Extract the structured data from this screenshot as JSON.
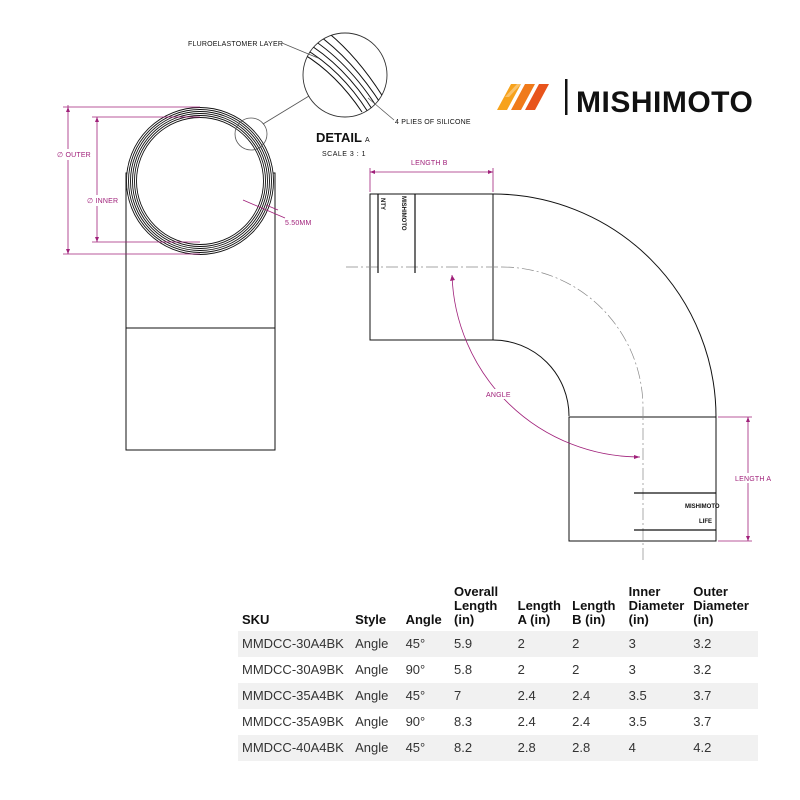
{
  "brand": {
    "name": "MISHIMOTO",
    "logo_colors": [
      "#f7a21b",
      "#f07a1a",
      "#e8541c"
    ]
  },
  "drawing": {
    "accent_color": "#a0207a",
    "labels": {
      "fluoroelastomer": "FLUROELASTOMER LAYER",
      "plies": "4 PLIES OF SILICONE",
      "detail": "DETAIL",
      "detail_sub": "A",
      "scale": "SCALE 3 : 1",
      "outer": "∅ OUTER",
      "inner": "∅ INNER",
      "wall": "5.50MM",
      "length_b": "LENGTH B",
      "length_a": "LENGTH A",
      "angle": "ANGLE",
      "print_top_1": "NTY",
      "print_top_2": "MISHIMOTO",
      "print_bottom_1": "MISHIMOTO",
      "print_bottom_2": "LIFE"
    }
  },
  "table": {
    "headers": [
      [
        "SKU"
      ],
      [
        "Style"
      ],
      [
        "Angle"
      ],
      [
        "Overall",
        "Length",
        "(in)"
      ],
      [
        "Length",
        "A (in)"
      ],
      [
        "Length",
        "B (in)"
      ],
      [
        "Inner",
        "Diameter",
        "(in)"
      ],
      [
        "Outer",
        "Diameter",
        "(in)"
      ]
    ],
    "rows": [
      [
        "MMDCC-30A4BK",
        "Angle",
        "45°",
        "5.9",
        "2",
        "2",
        "3",
        "3.2"
      ],
      [
        "MMDCC-30A9BK",
        "Angle",
        "90°",
        "5.8",
        "2",
        "2",
        "3",
        "3.2"
      ],
      [
        "MMDCC-35A4BK",
        "Angle",
        "45°",
        "7",
        "2.4",
        "2.4",
        "3.5",
        "3.7"
      ],
      [
        "MMDCC-35A9BK",
        "Angle",
        "90°",
        "8.3",
        "2.4",
        "2.4",
        "3.5",
        "3.7"
      ],
      [
        "MMDCC-40A4BK",
        "Angle",
        "45°",
        "8.2",
        "2.8",
        "2.8",
        "4",
        "4.2"
      ]
    ]
  }
}
